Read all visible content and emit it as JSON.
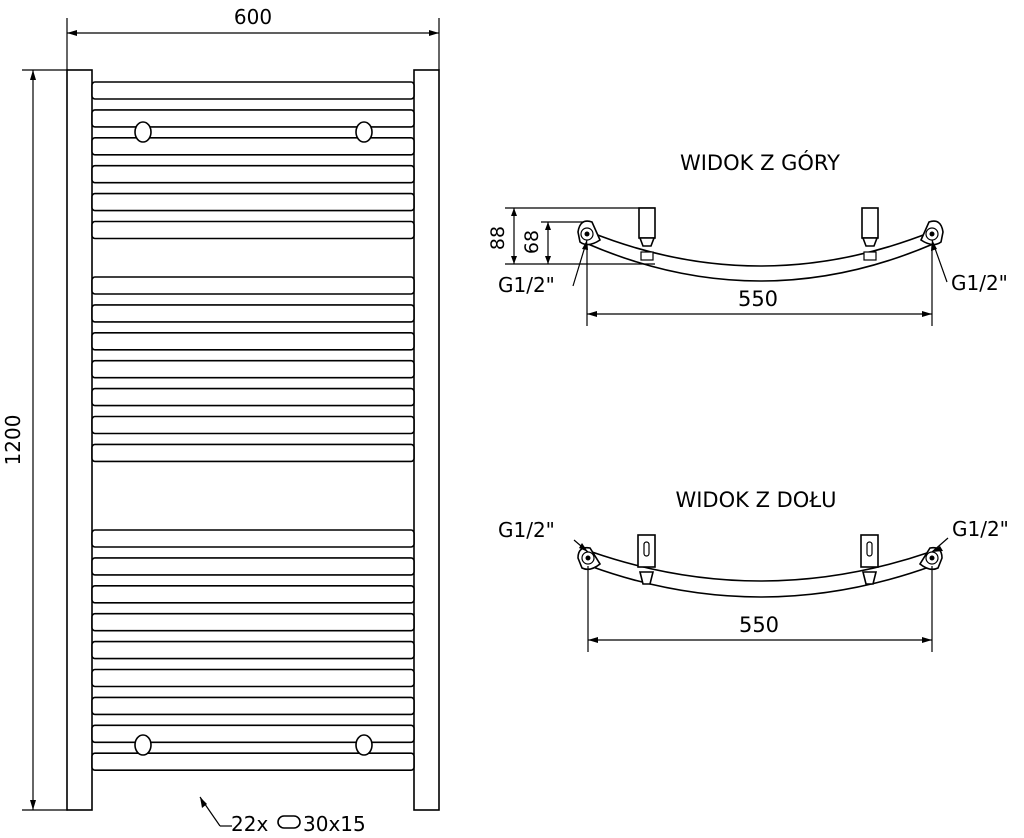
{
  "front_view": {
    "width_label": "600",
    "height_label": "1200",
    "tube_note_count": "22x",
    "tube_note_size": "30x15",
    "tube_groups": [
      6,
      7,
      9
    ]
  },
  "top_view": {
    "title": "WIDOK Z GÓRY",
    "depth_outer": "88",
    "depth_inner": "68",
    "connection_left": "G1/2\"",
    "connection_right": "G1/2\"",
    "spacing": "550"
  },
  "bottom_view": {
    "title": "WIDOK Z DOŁU",
    "connection_left": "G1/2\"",
    "connection_right": "G1/2\"",
    "spacing": "550"
  },
  "colors": {
    "line": "#000000",
    "background": "#ffffff"
  }
}
